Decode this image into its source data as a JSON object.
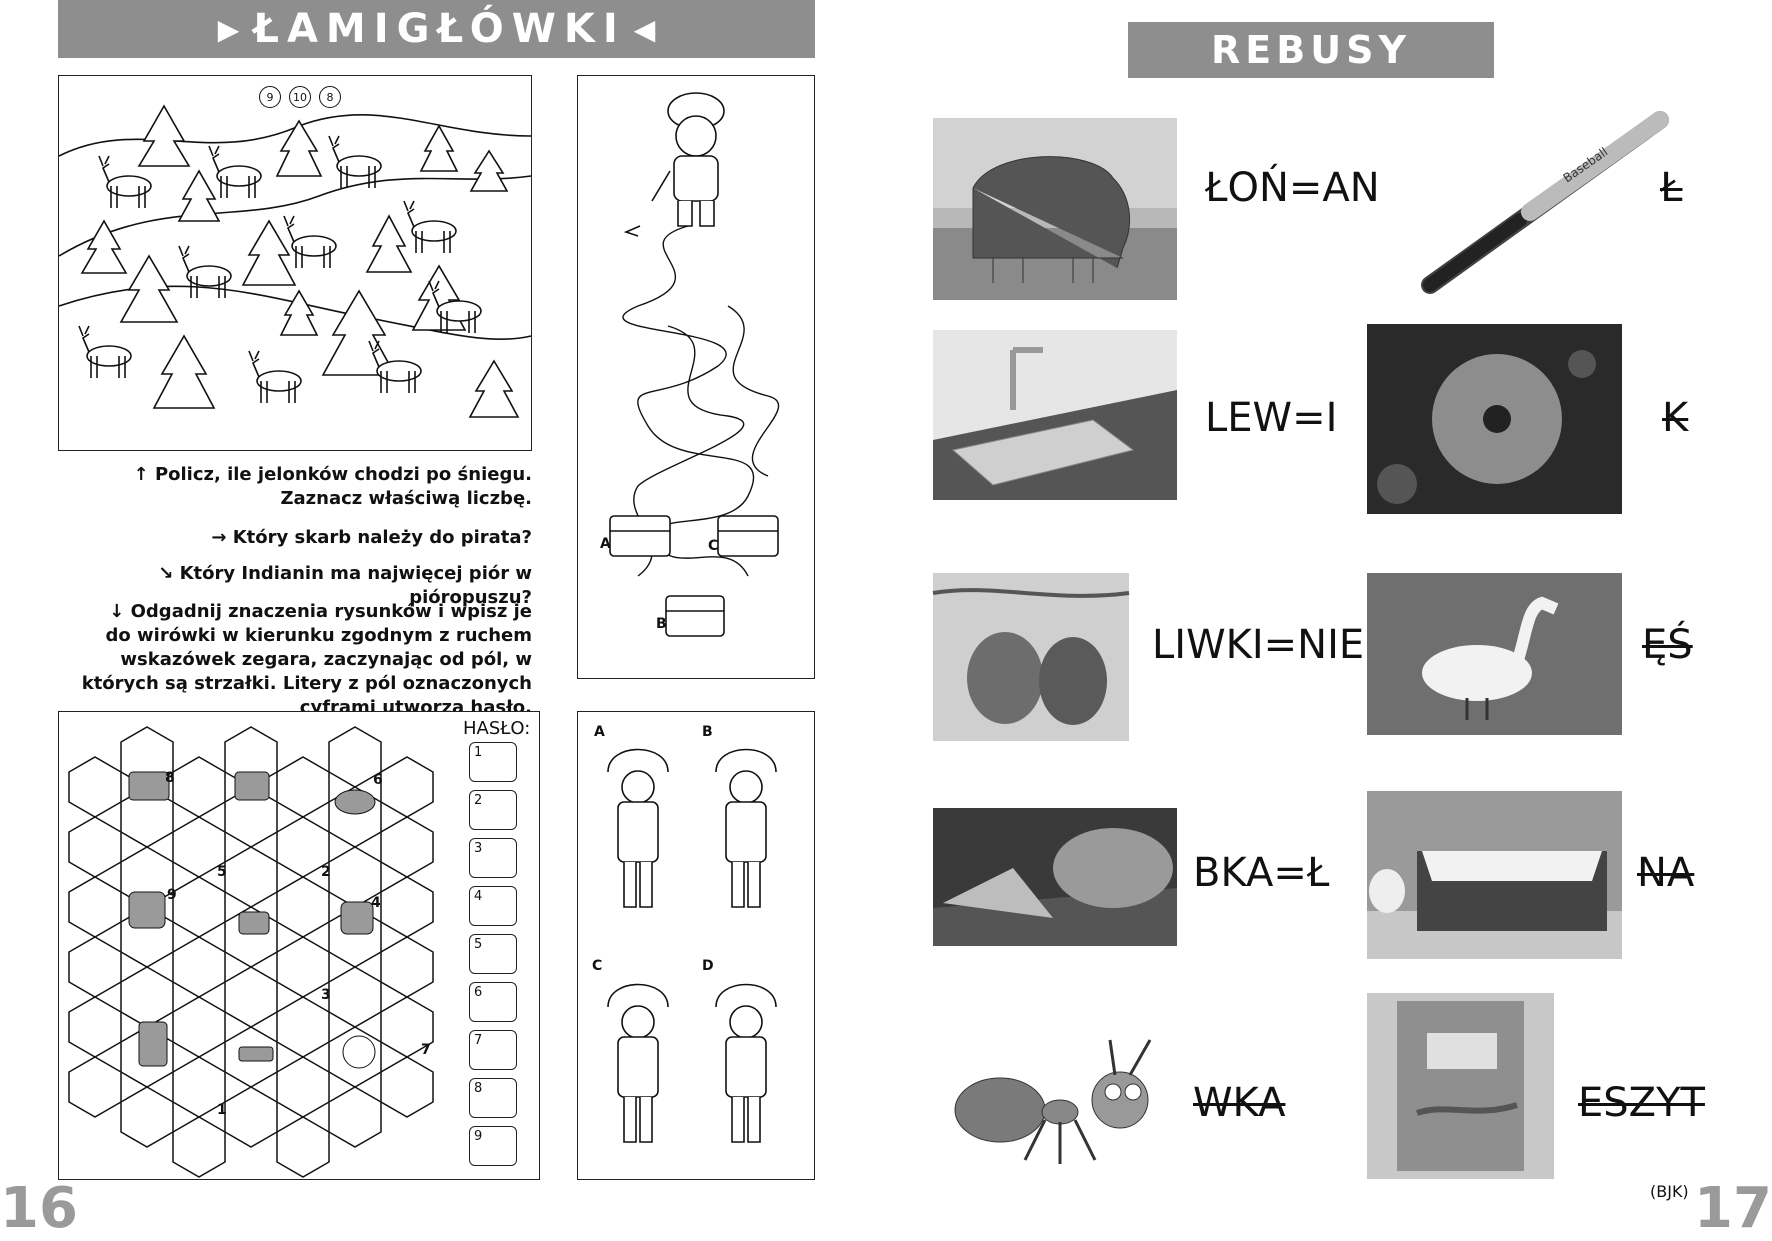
{
  "left": {
    "title": "ŁAMIGŁÓWKI",
    "deer_options": [
      "9",
      "10",
      "8"
    ],
    "instructions": [
      "Policz, ile jelonków chodzi po śniegu. Zaznacz właściwą liczbę.",
      "Który skarb należy do pirata?",
      "Który Indianin ma najwięcej piór w pióropuszu?",
      "Odgadnij znaczenia rysunków i wpisz je do wirówki w kierunku zgodnym z ruchem wskazówek zegara, zaczynając od pól, w których są strzałki. Litery z pól oznaczonych cyframi utworzą hasło."
    ],
    "treasure_labels": [
      "A",
      "C",
      "B"
    ],
    "indian_labels": [
      "A",
      "B",
      "C",
      "D"
    ],
    "haslo_label": "HASŁO:",
    "haslo_numbers": [
      "1",
      "2",
      "3",
      "4",
      "5",
      "6",
      "7",
      "8",
      "9"
    ],
    "hex_numbers": [
      "8",
      "6",
      "5",
      "2",
      "9",
      "4",
      "3",
      "7",
      "1"
    ],
    "page_number": "16"
  },
  "right": {
    "title": "REBUSY",
    "rebuses": [
      {
        "formula": "ŁOŃ=AN",
        "tail": "Ł",
        "tail_strike": true
      },
      {
        "formula": "LEW=I",
        "tail": "K",
        "tail_strike": true
      },
      {
        "formula": "LIWKI=NIE",
        "tail": "ĘŚ",
        "tail_strike": true
      },
      {
        "formula": "BKA=Ł",
        "tail": "NA",
        "tail_strike": true
      },
      {
        "formula": "WKA",
        "tail": "ESZYT",
        "tail_strike": true
      }
    ],
    "credit": "(BJK)",
    "bat_text": "Baseball",
    "page_number": "17"
  }
}
